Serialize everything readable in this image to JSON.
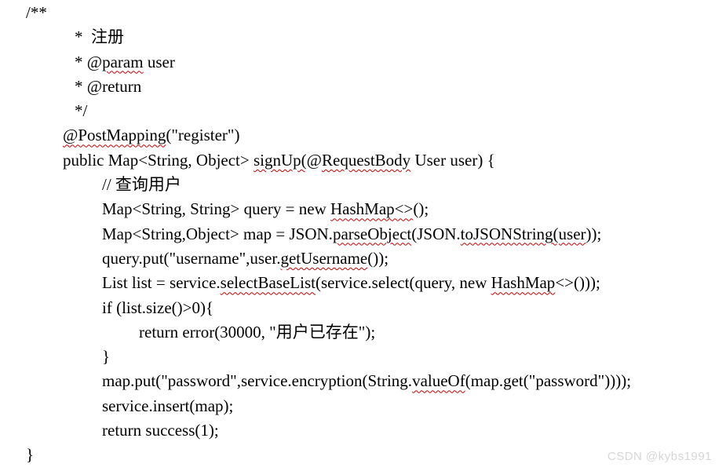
{
  "watermark": {
    "text": "CSDN @kybs1991",
    "color": "#d6d6d6"
  },
  "code": {
    "text_color": "#000000",
    "squiggle_color": "#cc0000",
    "language": "java",
    "lines": [
      {
        "indent": "0",
        "segments": [
          {
            "text": "/**"
          }
        ]
      },
      {
        "indent": "c",
        "segments": [
          {
            "text": "*  注册"
          }
        ]
      },
      {
        "indent": "c",
        "segments": [
          {
            "text": "* @"
          },
          {
            "text": "param",
            "misspelled": true
          },
          {
            "text": " user"
          }
        ]
      },
      {
        "indent": "c",
        "segments": [
          {
            "text": "* @return"
          }
        ]
      },
      {
        "indent": "c",
        "segments": [
          {
            "text": "*/"
          }
        ]
      },
      {
        "indent": "1",
        "segments": [
          {
            "text": "@PostMapping",
            "misspelled": true
          },
          {
            "text": "(\"register\")"
          }
        ]
      },
      {
        "indent": "1",
        "segments": [
          {
            "text": "public Map<String, Object> "
          },
          {
            "text": "signUp(",
            "misspelled": true
          },
          {
            "text": "@"
          },
          {
            "text": "RequestBody",
            "misspelled": true
          },
          {
            "text": " User user) {"
          }
        ]
      },
      {
        "indent": "2",
        "segments": [
          {
            "text": "// 查询用户"
          }
        ]
      },
      {
        "indent": "2",
        "segments": [
          {
            "text": "Map<String, String> query = new "
          },
          {
            "text": "HashMap<>",
            "misspelled": true
          },
          {
            "text": "();"
          }
        ]
      },
      {
        "indent": "2",
        "segments": [
          {
            "text": "Map<String,Object> map = JSON."
          },
          {
            "text": "parseObject",
            "misspelled": true
          },
          {
            "text": "(JSON."
          },
          {
            "text": "toJSONString(user",
            "misspelled": true
          },
          {
            "text": "));"
          }
        ]
      },
      {
        "indent": "2",
        "segments": [
          {
            "text": "query.put(\"username\",user."
          },
          {
            "text": "getUsername",
            "misspelled": true
          },
          {
            "text": "());"
          }
        ]
      },
      {
        "indent": "2",
        "segments": [
          {
            "text": "List list = service."
          },
          {
            "text": "selectBaseList",
            "misspelled": true
          },
          {
            "text": "(service.select(query, new "
          },
          {
            "text": "HashMap",
            "misspelled": true
          },
          {
            "text": "<>()));"
          }
        ]
      },
      {
        "indent": "2",
        "segments": [
          {
            "text": "if (list.size()>0){"
          }
        ]
      },
      {
        "indent": "3",
        "segments": [
          {
            "text": "return error(30000, \"用户已存在\");"
          }
        ]
      },
      {
        "indent": "2",
        "segments": [
          {
            "text": "}"
          }
        ]
      },
      {
        "indent": "2",
        "segments": [
          {
            "text": "map.put(\"password\",service.encryption(String."
          },
          {
            "text": "valueOf",
            "misspelled": true
          },
          {
            "text": "(map.get(\"password\"))));"
          }
        ]
      },
      {
        "indent": "2",
        "segments": [
          {
            "text": "service.insert(map);"
          }
        ]
      },
      {
        "indent": "2",
        "segments": [
          {
            "text": "return success(1);"
          }
        ]
      },
      {
        "indent": "0",
        "segments": [
          {
            "text": "}"
          }
        ]
      }
    ]
  }
}
